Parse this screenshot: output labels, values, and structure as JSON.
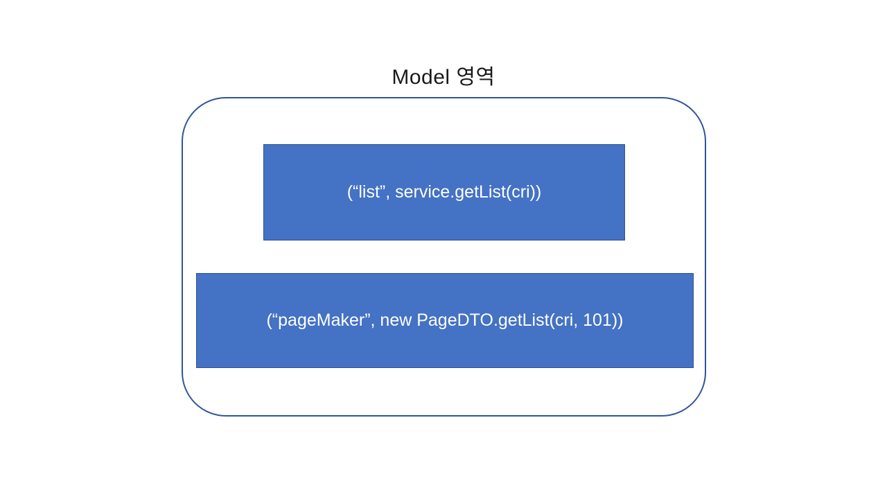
{
  "title": "Model 영역",
  "diagram": {
    "boxes": [
      {
        "label": "(“list”, service.getList(cri))"
      },
      {
        "label": "(“pageMaker”, new PageDTO.getList(cri, 101))"
      }
    ]
  },
  "colors": {
    "box_fill": "#4472C4",
    "box_border": "#2F528F",
    "container_border": "#2E5597",
    "box_text": "#FFFFFF",
    "title_text": "#1A1A1A",
    "background": "#FFFFFF"
  }
}
